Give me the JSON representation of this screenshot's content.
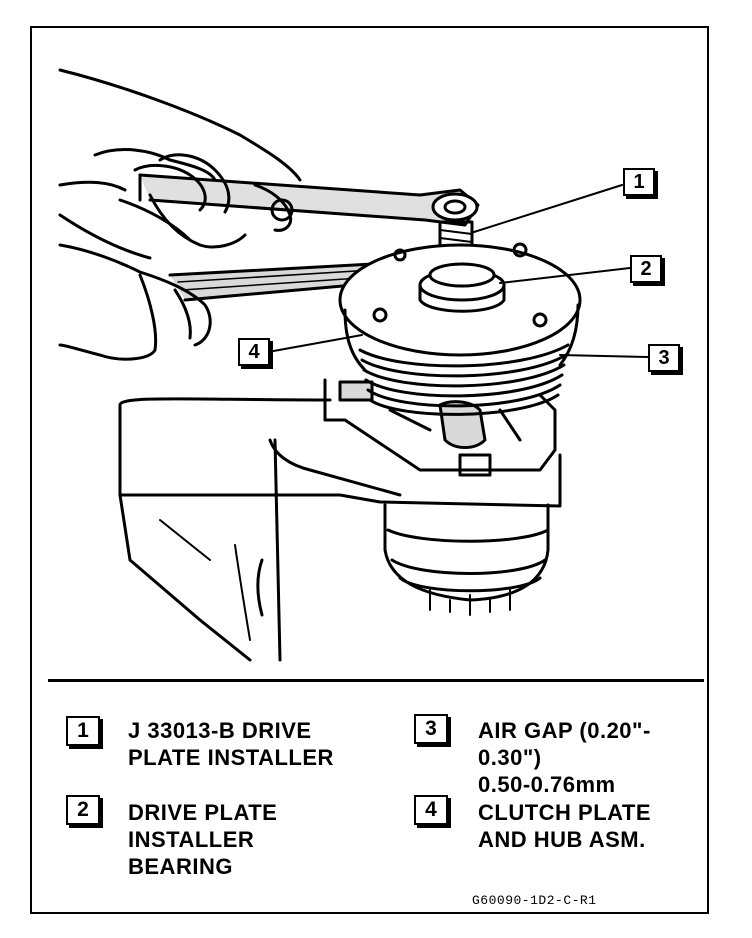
{
  "callouts": [
    {
      "num": "1"
    },
    {
      "num": "2"
    },
    {
      "num": "3"
    },
    {
      "num": "4"
    }
  ],
  "legend": [
    {
      "num": "1",
      "text": "J 33013-B DRIVE\nPLATE INSTALLER"
    },
    {
      "num": "2",
      "text": "DRIVE PLATE\nINSTALLER\nBEARING"
    },
    {
      "num": "3",
      "text": "AIR GAP (0.20\"-\n0.30\")\n0.50-0.76mm"
    },
    {
      "num": "4",
      "text": "CLUTCH PLATE\nAND HUB ASM."
    }
  ],
  "figure_code": "G60090-1D2-C-R1"
}
